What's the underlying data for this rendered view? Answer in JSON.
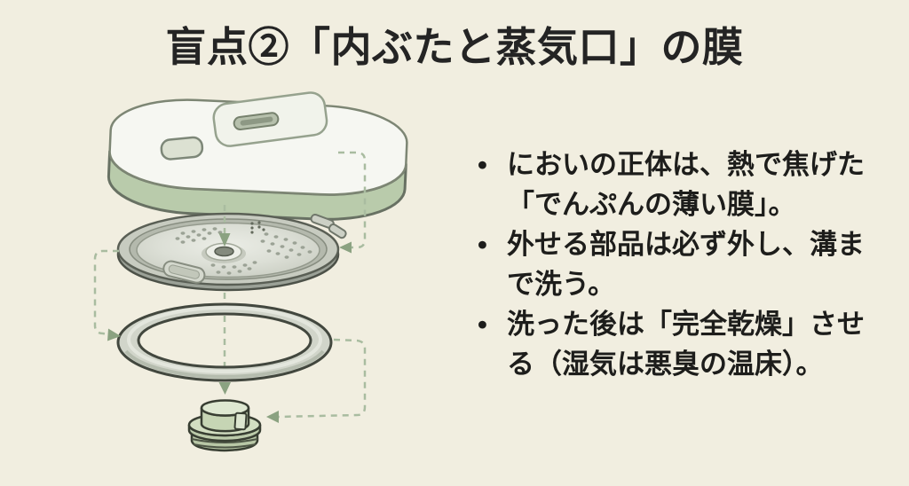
{
  "page": {
    "title": "盲点②「内ぶたと蒸気口」の膜",
    "background_color": "#f1eee0",
    "title_color": "#242424",
    "text_color": "#1d1d1b"
  },
  "notes": {
    "bullet_char": "•",
    "items": [
      {
        "text": "においの正体は、熱で焦げた\n「でんぷんの薄い膜」。"
      },
      {
        "text": "外せる部品は必ず外し、溝ま\nで洗う。"
      },
      {
        "text": "洗った後は「完全乾燥」させ\nる（湿気は悪臭の温床）。"
      }
    ]
  },
  "diagram": {
    "colors": {
      "lid_green": "#b9cbab",
      "plate_gray": "#dcdfd6",
      "gasket_gray": "#d1d5ca",
      "cap_green": "#c6d5b4",
      "arrow_green": "#a9bca0"
    }
  }
}
